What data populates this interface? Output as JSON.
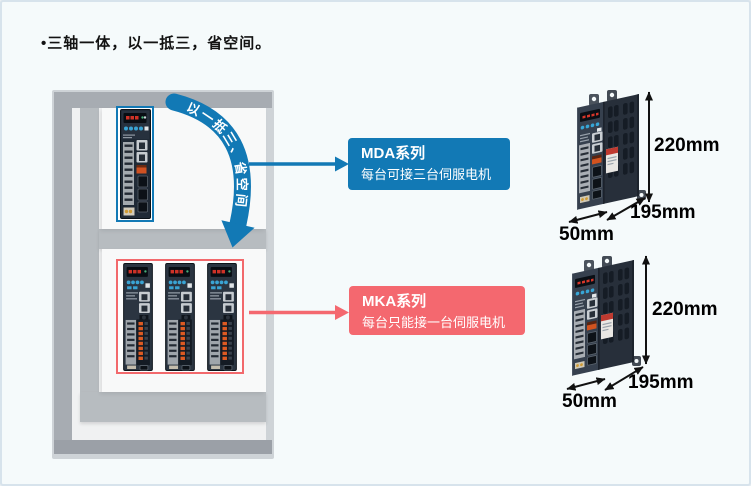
{
  "title": "•三轴一体，以一抵三，省空间。",
  "cabinet": {
    "curved_arrow_text": "以一抵三、省空间"
  },
  "callouts": {
    "mda": {
      "name": "MDA系列",
      "desc": "每台可接三台伺服电机"
    },
    "mka": {
      "name": "MKA系列",
      "desc": "每台只能接一台伺服电机"
    }
  },
  "products": {
    "mda": {
      "height": "220mm",
      "depth": "195mm",
      "width": "50mm"
    },
    "mka": {
      "height": "220mm",
      "depth": "195mm",
      "width": "50mm"
    }
  },
  "colors": {
    "mda_blue": "#1279b5",
    "mka_red": "#f4686f",
    "frame_red": "#f2696c",
    "dimension_text": "#000000"
  }
}
